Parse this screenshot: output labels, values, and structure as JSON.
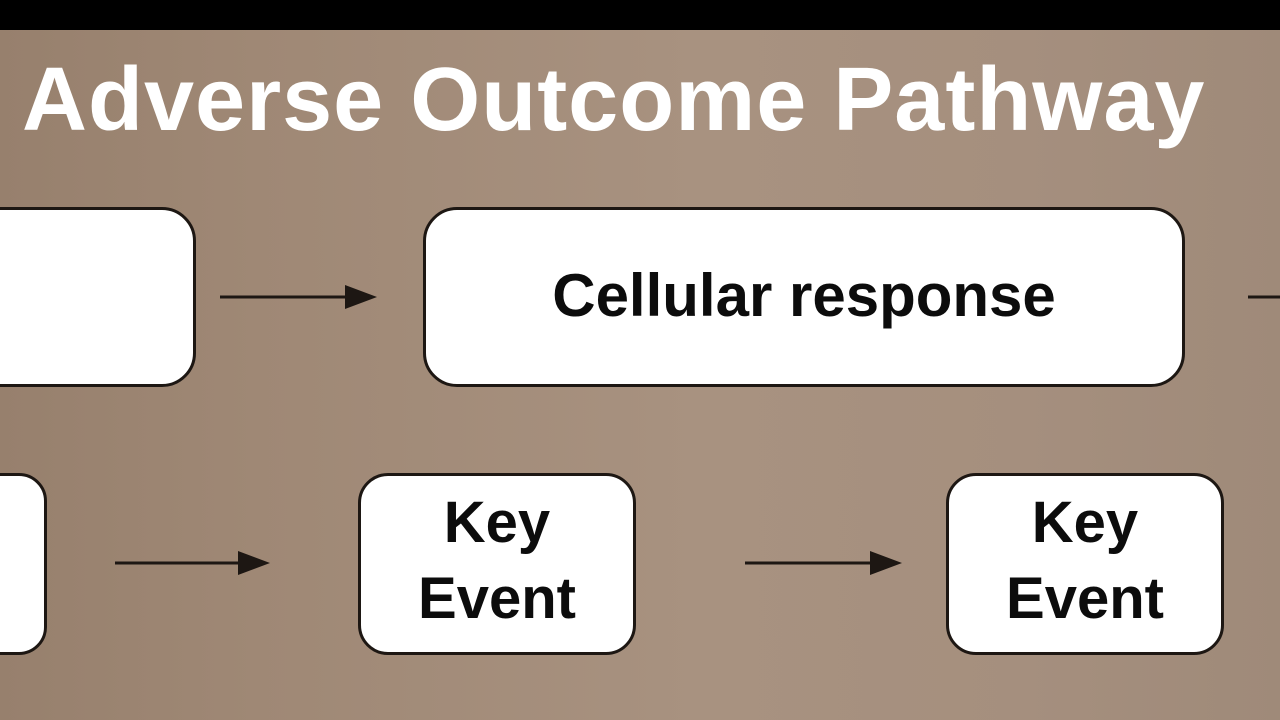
{
  "title": "Adverse Outcome Pathway",
  "row_top": {
    "box_center_label": "Cellular response"
  },
  "row_bottom": {
    "key_events": [
      {
        "label": "Key\nEvent"
      },
      {
        "label": "Key\nEvent"
      }
    ]
  },
  "colors": {
    "background": "#a48e7c",
    "box_fill": "#ffffff",
    "box_border": "#1d1713",
    "arrow": "#1d1713",
    "title_text": "#ffffff"
  }
}
